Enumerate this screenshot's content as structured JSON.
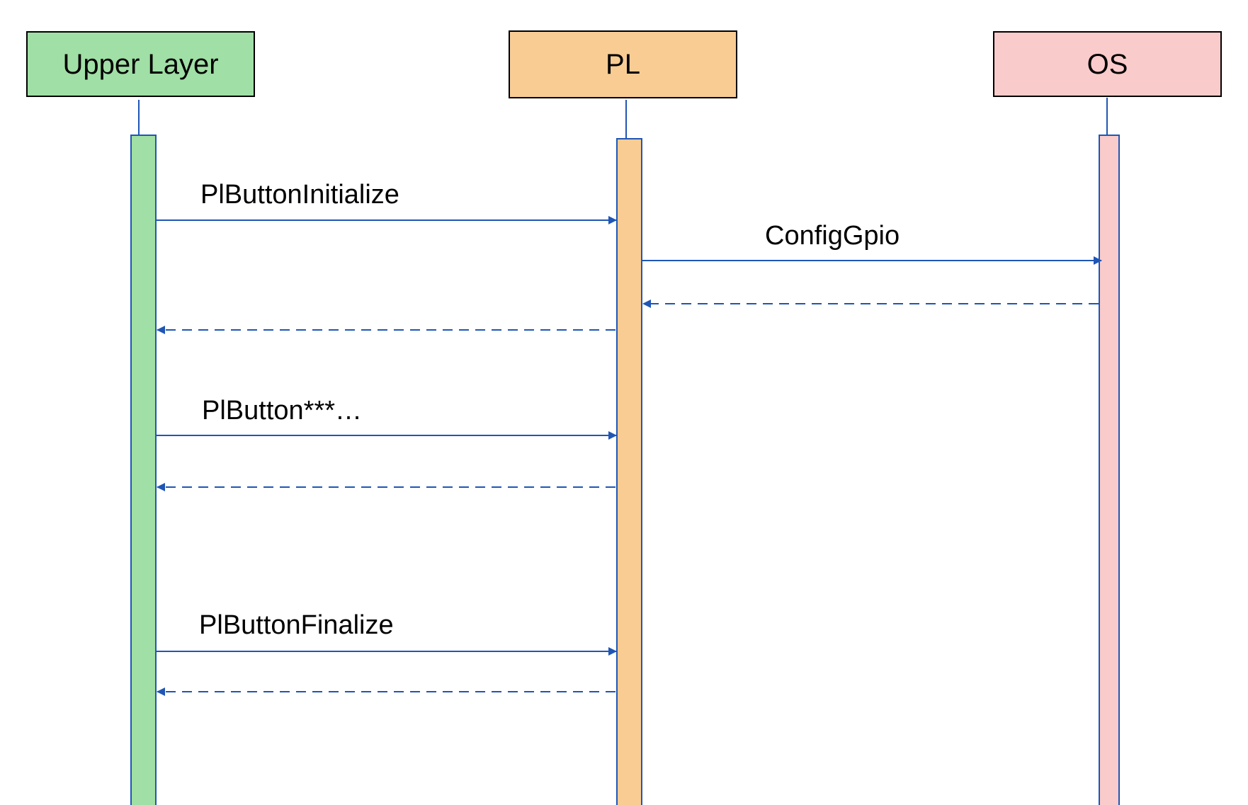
{
  "diagram": {
    "type": "sequence",
    "participants": [
      {
        "id": "upper",
        "label": "Upper Layer",
        "fill": "#a0dfa5",
        "border": "#000000"
      },
      {
        "id": "pl",
        "label": "PL",
        "fill": "#f9cc94",
        "border": "#000000"
      },
      {
        "id": "os",
        "label": "OS",
        "fill": "#f9cbca",
        "border": "#000000"
      }
    ],
    "line_color": "#1f56b5",
    "messages": [
      {
        "from": "upper",
        "to": "pl",
        "label": "PlButtonInitialize",
        "style": "solid"
      },
      {
        "from": "pl",
        "to": "os",
        "label": "ConfigGpio",
        "style": "solid"
      },
      {
        "from": "os",
        "to": "pl",
        "label": "",
        "style": "dashed"
      },
      {
        "from": "pl",
        "to": "upper",
        "label": "",
        "style": "dashed"
      },
      {
        "from": "upper",
        "to": "pl",
        "label": "PlButton***…",
        "style": "solid"
      },
      {
        "from": "pl",
        "to": "upper",
        "label": "",
        "style": "dashed"
      },
      {
        "from": "upper",
        "to": "pl",
        "label": "PlButtonFinalize",
        "style": "solid"
      },
      {
        "from": "pl",
        "to": "upper",
        "label": "",
        "style": "dashed"
      }
    ]
  }
}
